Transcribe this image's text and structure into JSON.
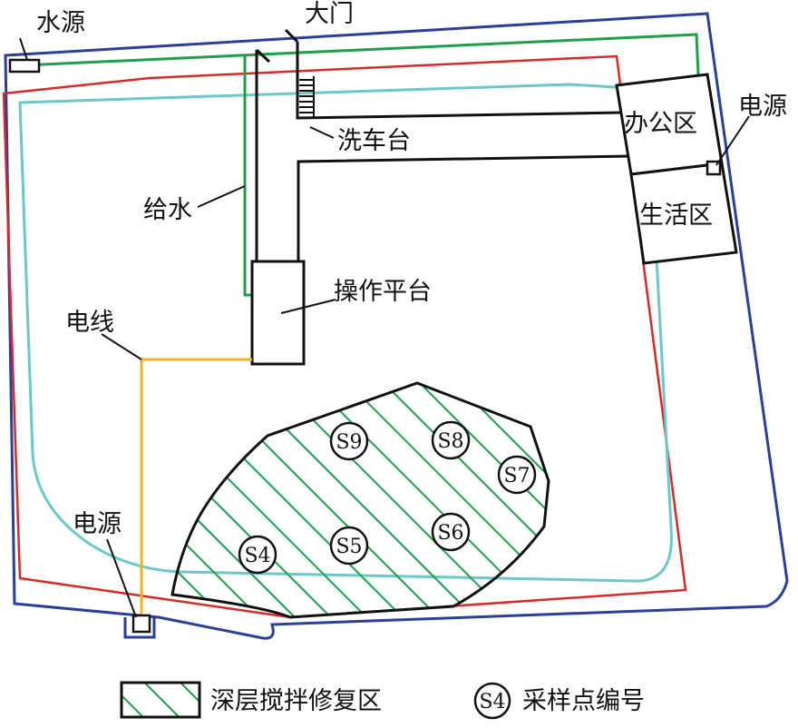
{
  "labels": {
    "water_source": "水源",
    "gate": "大门",
    "car_wash": "洗车台",
    "office": "办公区",
    "power_source_right": "电源",
    "living": "生活区",
    "water_supply": "给水",
    "platform": "操作平台",
    "electric_wire": "电线",
    "power_source_left": "电源"
  },
  "samples": [
    {
      "id": "S9"
    },
    {
      "id": "S8"
    },
    {
      "id": "S7"
    },
    {
      "id": "S4"
    },
    {
      "id": "S5"
    },
    {
      "id": "S6"
    }
  ],
  "legend": {
    "zone_label": "深层搅拌修复区",
    "sample_symbol": "S4",
    "sample_label": "采样点编号"
  },
  "colors": {
    "site_boundary": "#2a3f9a",
    "red_line": "#d42a2a",
    "road_cyan": "#6cc8c8",
    "water_pipe": "#1f9e4a",
    "electric_wire": "#f0b020",
    "hatch": "#1f9e4a",
    "outline": "#111111"
  }
}
